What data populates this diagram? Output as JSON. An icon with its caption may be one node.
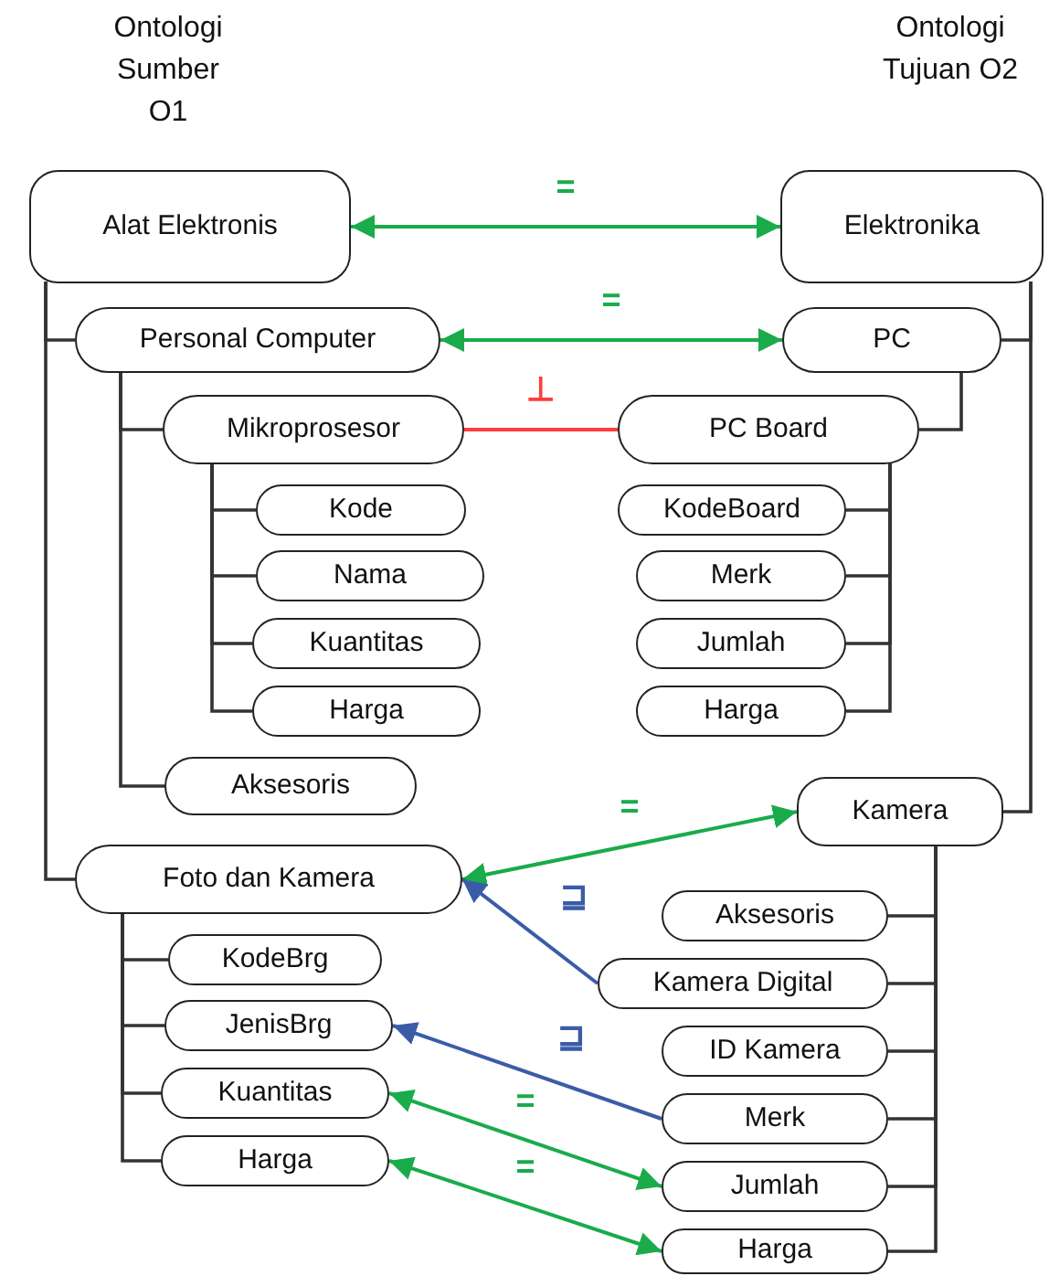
{
  "diagram": {
    "nodes": [
      {
        "text": [
          "Alat Elektronis"
        ]
      },
      {
        "text": [
          "Personal Computer"
        ]
      },
      {
        "text": [
          "Mikroprosesor"
        ]
      },
      {
        "text": [
          "Kode"
        ]
      },
      {
        "text": [
          "Nama"
        ]
      },
      {
        "text": [
          "Kuantitas"
        ]
      },
      {
        "text": [
          "Harga"
        ]
      },
      {
        "text": [
          "Aksesoris"
        ]
      },
      {
        "text": [
          "Foto dan Kamera"
        ]
      },
      {
        "text": [
          "KodeBrg"
        ]
      },
      {
        "text": [
          "JenisBrg"
        ]
      },
      {
        "text": [
          "Kuantitas"
        ]
      },
      {
        "text": [
          "Harga"
        ]
      },
      {
        "text": [
          "Elektronika"
        ]
      },
      {
        "text": [
          "PC"
        ]
      },
      {
        "text": [
          "PC Board"
        ]
      },
      {
        "text": [
          "KodeBoard"
        ]
      },
      {
        "text": [
          "Merk"
        ]
      },
      {
        "text": [
          "Jumlah"
        ]
      },
      {
        "text": [
          "Harga"
        ]
      },
      {
        "text": [
          "Kamera"
        ]
      },
      {
        "text": [
          "Aksesoris"
        ]
      },
      {
        "text": [
          "Kamera Digital"
        ]
      },
      {
        "text": [
          "ID Kamera"
        ]
      },
      {
        "text": [
          "Merk"
        ]
      },
      {
        "text": [
          "Jumlah"
        ]
      },
      {
        "text": [
          "Harga"
        ]
      }
    ],
    "edges": [
      {
        "from": 0,
        "to": 13,
        "arrow": "both",
        "label": "=",
        "color": "#1aab4b"
      },
      {
        "from": 1,
        "to": 14,
        "arrow": "both",
        "label": "=",
        "color": "#1aab4b"
      },
      {
        "from": 2,
        "to": 15,
        "arrow": "none",
        "label": "⊥",
        "color": "#ff3b3b"
      },
      {
        "from": 20,
        "to": 8,
        "arrow": "both",
        "label": "=",
        "color": "#1aab4b"
      },
      {
        "from": 22,
        "to": 8,
        "arrow": "to",
        "label": "⊒",
        "color": "#3a5ca8"
      },
      {
        "from": 24,
        "to": 10,
        "arrow": "to",
        "label": "⊒",
        "color": "#3a5ca8"
      },
      {
        "from": 11,
        "to": 25,
        "arrow": "both",
        "label": "=",
        "color": "#1aab4b"
      },
      {
        "from": 12,
        "to": 26,
        "arrow": "both",
        "label": "=",
        "color": "#1aab4b"
      },
      {
        "from": 0,
        "to": 1,
        "arrow": "none"
      },
      {
        "from": 0,
        "to": 8,
        "arrow": "none"
      },
      {
        "from": 1,
        "to": 2,
        "arrow": "none"
      },
      {
        "from": 1,
        "to": 7,
        "arrow": "none"
      },
      {
        "from": 2,
        "to": 3,
        "arrow": "none"
      },
      {
        "from": 2,
        "to": 4,
        "arrow": "none"
      },
      {
        "from": 2,
        "to": 5,
        "arrow": "none"
      },
      {
        "from": 2,
        "to": 6,
        "arrow": "none"
      },
      {
        "from": 8,
        "to": 9,
        "arrow": "none"
      },
      {
        "from": 8,
        "to": 10,
        "arrow": "none"
      },
      {
        "from": 8,
        "to": 11,
        "arrow": "none"
      },
      {
        "from": 8,
        "to": 12,
        "arrow": "none"
      },
      {
        "from": 13,
        "to": 14,
        "arrow": "none"
      },
      {
        "from": 13,
        "to": 20,
        "arrow": "none"
      },
      {
        "from": 14,
        "to": 15,
        "arrow": "none"
      },
      {
        "from": 15,
        "to": 16,
        "arrow": "none"
      },
      {
        "from": 15,
        "to": 17,
        "arrow": "none"
      },
      {
        "from": 15,
        "to": 18,
        "arrow": "none"
      },
      {
        "from": 15,
        "to": 19,
        "arrow": "none"
      },
      {
        "from": 20,
        "to": 21,
        "arrow": "none"
      },
      {
        "from": 20,
        "to": 22,
        "arrow": "none"
      },
      {
        "from": 20,
        "to": 23,
        "arrow": "none"
      },
      {
        "from": 20,
        "to": 24,
        "arrow": "none"
      },
      {
        "from": 20,
        "to": 25,
        "arrow": "none"
      },
      {
        "from": 20,
        "to": 26,
        "arrow": "none"
      }
    ],
    "labels": [
      "Ontologi Sumber O1",
      "Ontologi Tujuan O2"
    ]
  }
}
